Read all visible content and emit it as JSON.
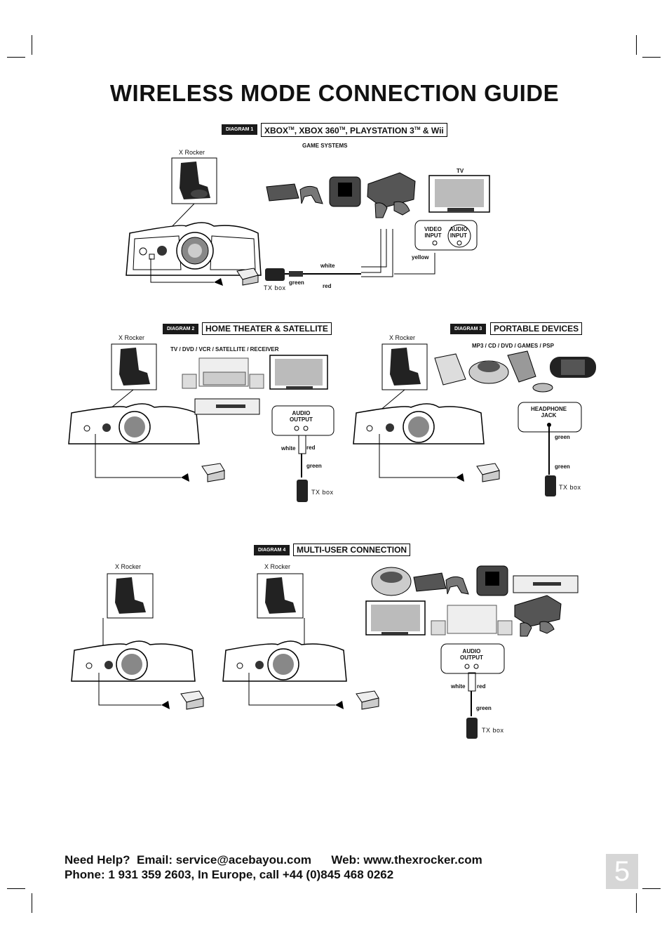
{
  "page": {
    "title": "WIRELESS MODE CONNECTION GUIDE",
    "page_number": "5"
  },
  "diagram1": {
    "tag": "DIAGRAM 1",
    "heading_parts": [
      "XBOX",
      "TM",
      ",  XBOX 360",
      "TM",
      ", PLAYSTATION 3",
      "TM",
      " & Wii"
    ],
    "chair_label": "X Rocker",
    "game_systems_label": "GAME SYSTEMS",
    "tv_label": "TV",
    "video_input": "VIDEO\nINPUT",
    "audio_input": "AUDIO\nINPUT",
    "yellow": "yellow",
    "white": "white",
    "red": "red",
    "green": "green",
    "tx_box": "TX box"
  },
  "diagram2": {
    "tag": "DIAGRAM 2",
    "heading": "HOME THEATER & SATELLITE",
    "chair_label": "X Rocker",
    "sources_label": "TV / DVD / VCR / SATELLITE / RECEIVER",
    "audio_output": "AUDIO\nOUTPUT",
    "white": "white",
    "red": "red",
    "green": "green",
    "tx_box": "TX box"
  },
  "diagram3": {
    "tag": "DIAGRAM 3",
    "heading": "PORTABLE DEVICES",
    "chair_label": "X Rocker",
    "sources_label": "MP3 / CD / DVD / GAMES / PSP",
    "headphone_jack": "HEADPHONE\nJACK",
    "green_top": "green",
    "green_bottom": "green",
    "tx_box": "TX box"
  },
  "diagram4": {
    "tag": "DIAGRAM 4",
    "heading": "MULTI-USER CONNECTION",
    "chair_label_1": "X Rocker",
    "chair_label_2": "X Rocker",
    "audio_output": "AUDIO\nOUTPUT",
    "white": "white",
    "red": "red",
    "green": "green",
    "tx_box": "TX box"
  },
  "footer": {
    "line1_help": "Need Help?",
    "line1_email": "Email: service@acebayou.com",
    "line1_web": "Web: www.thexrocker.com",
    "line2": "Phone: 1 931 359 2603, In Europe, call +44 (0)845 468 0262"
  }
}
